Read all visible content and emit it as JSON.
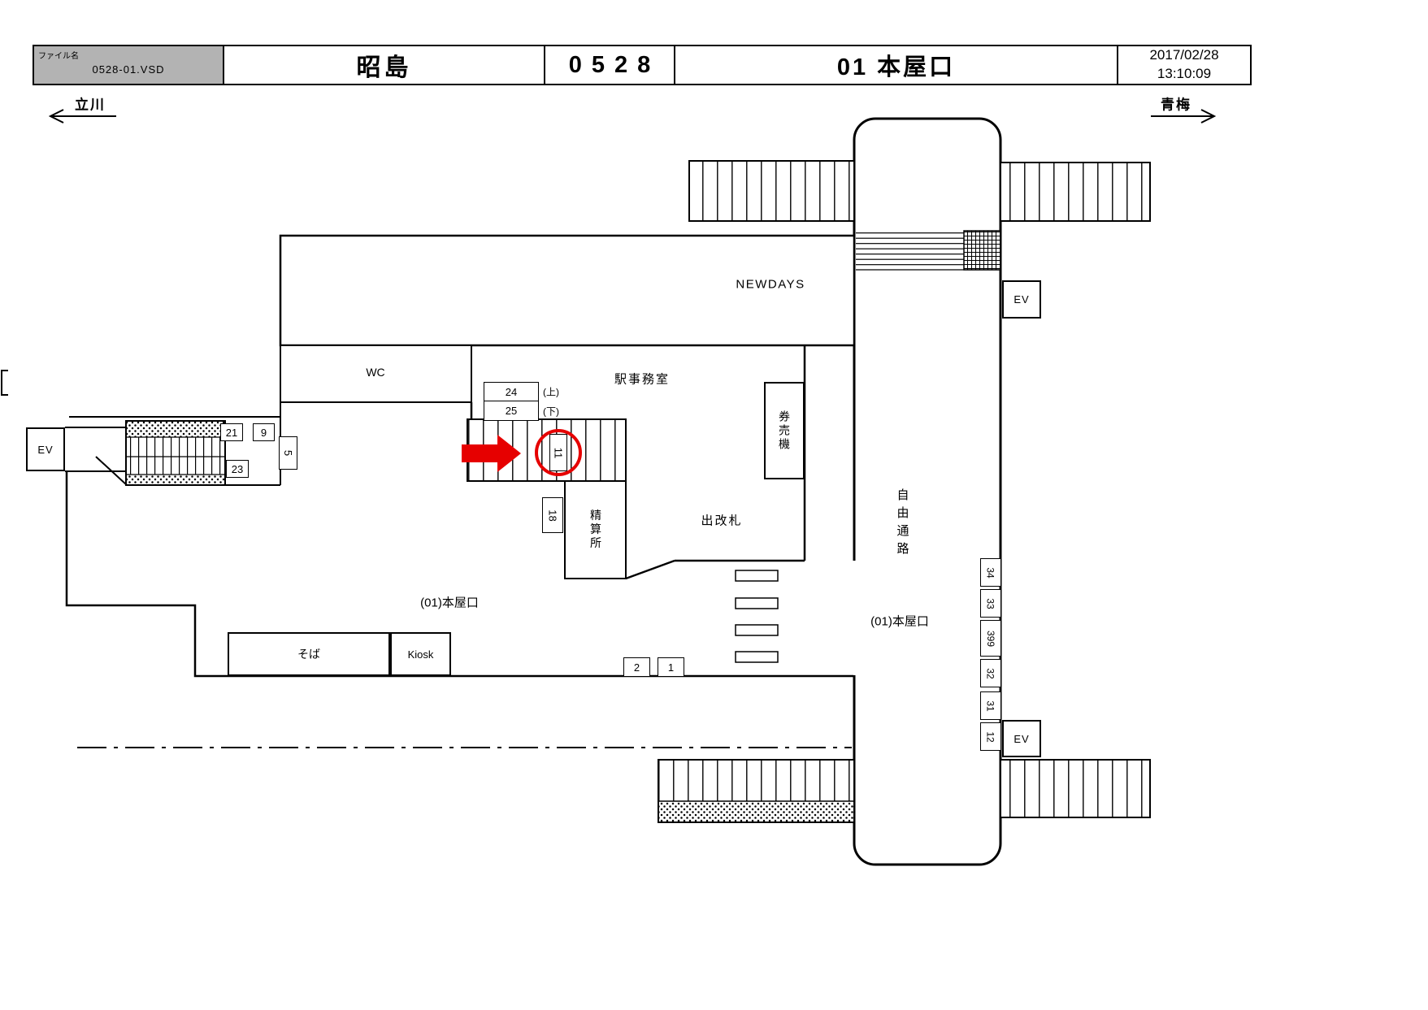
{
  "header": {
    "file_label": "ファイル名",
    "file_value": "0528-01.VSD",
    "station_name": "昭島",
    "station_code": "0528",
    "location_title": "01 本屋口",
    "date": "2017/02/28",
    "time": "13:10:09"
  },
  "nav": {
    "left": "立川",
    "right": "青梅"
  },
  "areas": {
    "newdays": "NEWDAYS",
    "wc": "WC",
    "station_office": "駅事務室",
    "ticket_machines": "券売機",
    "fare_adjustment": "精算所",
    "exit_gates": "出改札",
    "free_passage": "自由通路",
    "soba": "そば",
    "kiosk": "Kiosk",
    "ev": "EV",
    "entrance_label_left": "(01)本屋口",
    "entrance_label_right": "(01)本屋口"
  },
  "annotations": {
    "up": "(上)",
    "down": "(下)"
  },
  "markers": {
    "m21": "21",
    "m9": "9",
    "m23": "23",
    "m5": "5",
    "m24": "24",
    "m25": "25",
    "m11": "11",
    "m18": "18",
    "m2": "2",
    "m1": "1",
    "m34": "34",
    "m33": "33",
    "m399": "399",
    "m32": "32",
    "m31": "31",
    "m12": "12"
  },
  "colors": {
    "highlight": "#e60000",
    "header_fill": "#b3b3b3"
  }
}
